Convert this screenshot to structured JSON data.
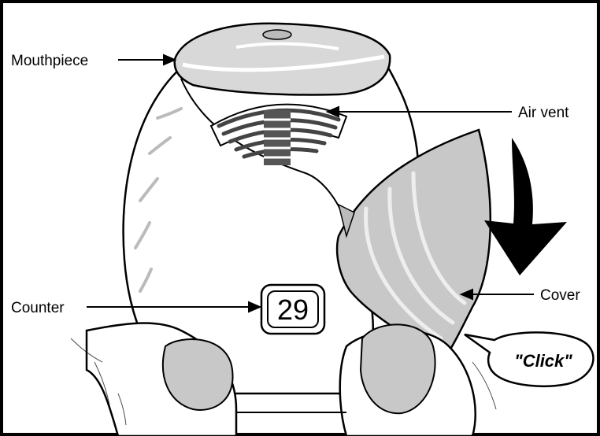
{
  "labels": {
    "mouthpiece": "Mouthpiece",
    "air_vent": "Air vent",
    "counter": "Counter",
    "cover": "Cover",
    "click": "\"Click\""
  },
  "counter_value": "29",
  "colors": {
    "frame": "#000000",
    "background": "#ffffff",
    "gray_fill": "#c8c8c8",
    "light_gray": "#e0e0e0",
    "stroke": "#000000"
  }
}
